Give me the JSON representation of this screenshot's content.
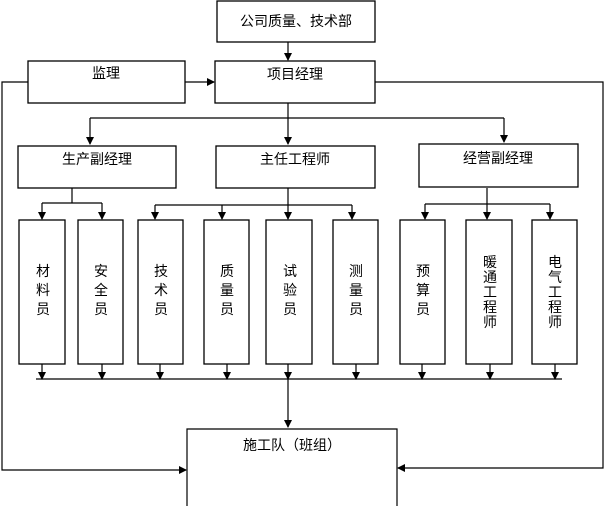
{
  "org_chart": {
    "top": "公司质量、技术部",
    "supervisor": "监理",
    "project_manager": "项目经理",
    "production_deputy": "生产副经理",
    "chief_engineer": "主任工程师",
    "business_deputy": "经营副经理",
    "staff": [
      "材料员",
      "安全员",
      "技术员",
      "质量员",
      "试验员",
      "测量员",
      "预算员",
      "暖通工程师",
      "电气工程师"
    ],
    "team": "施工队（班组）"
  }
}
